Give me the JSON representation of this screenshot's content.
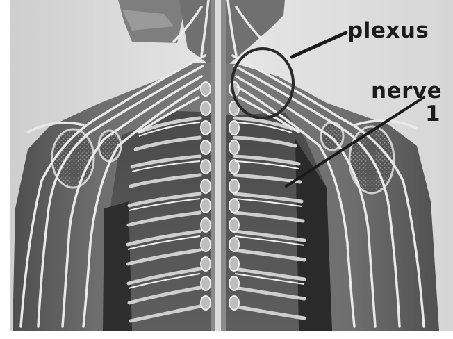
{
  "annotations": {
    "plexus_label": "plexus",
    "nerve_label": "nerve",
    "nerve_number": "1"
  },
  "colors": {
    "background": "#e2e2e2",
    "body": "#6a6a6a",
    "ribs": "#cfcfcf",
    "nerves": "#e9e9e9",
    "dark_tissue": "#2f2f2f",
    "label_text": "#1c1c1c"
  }
}
